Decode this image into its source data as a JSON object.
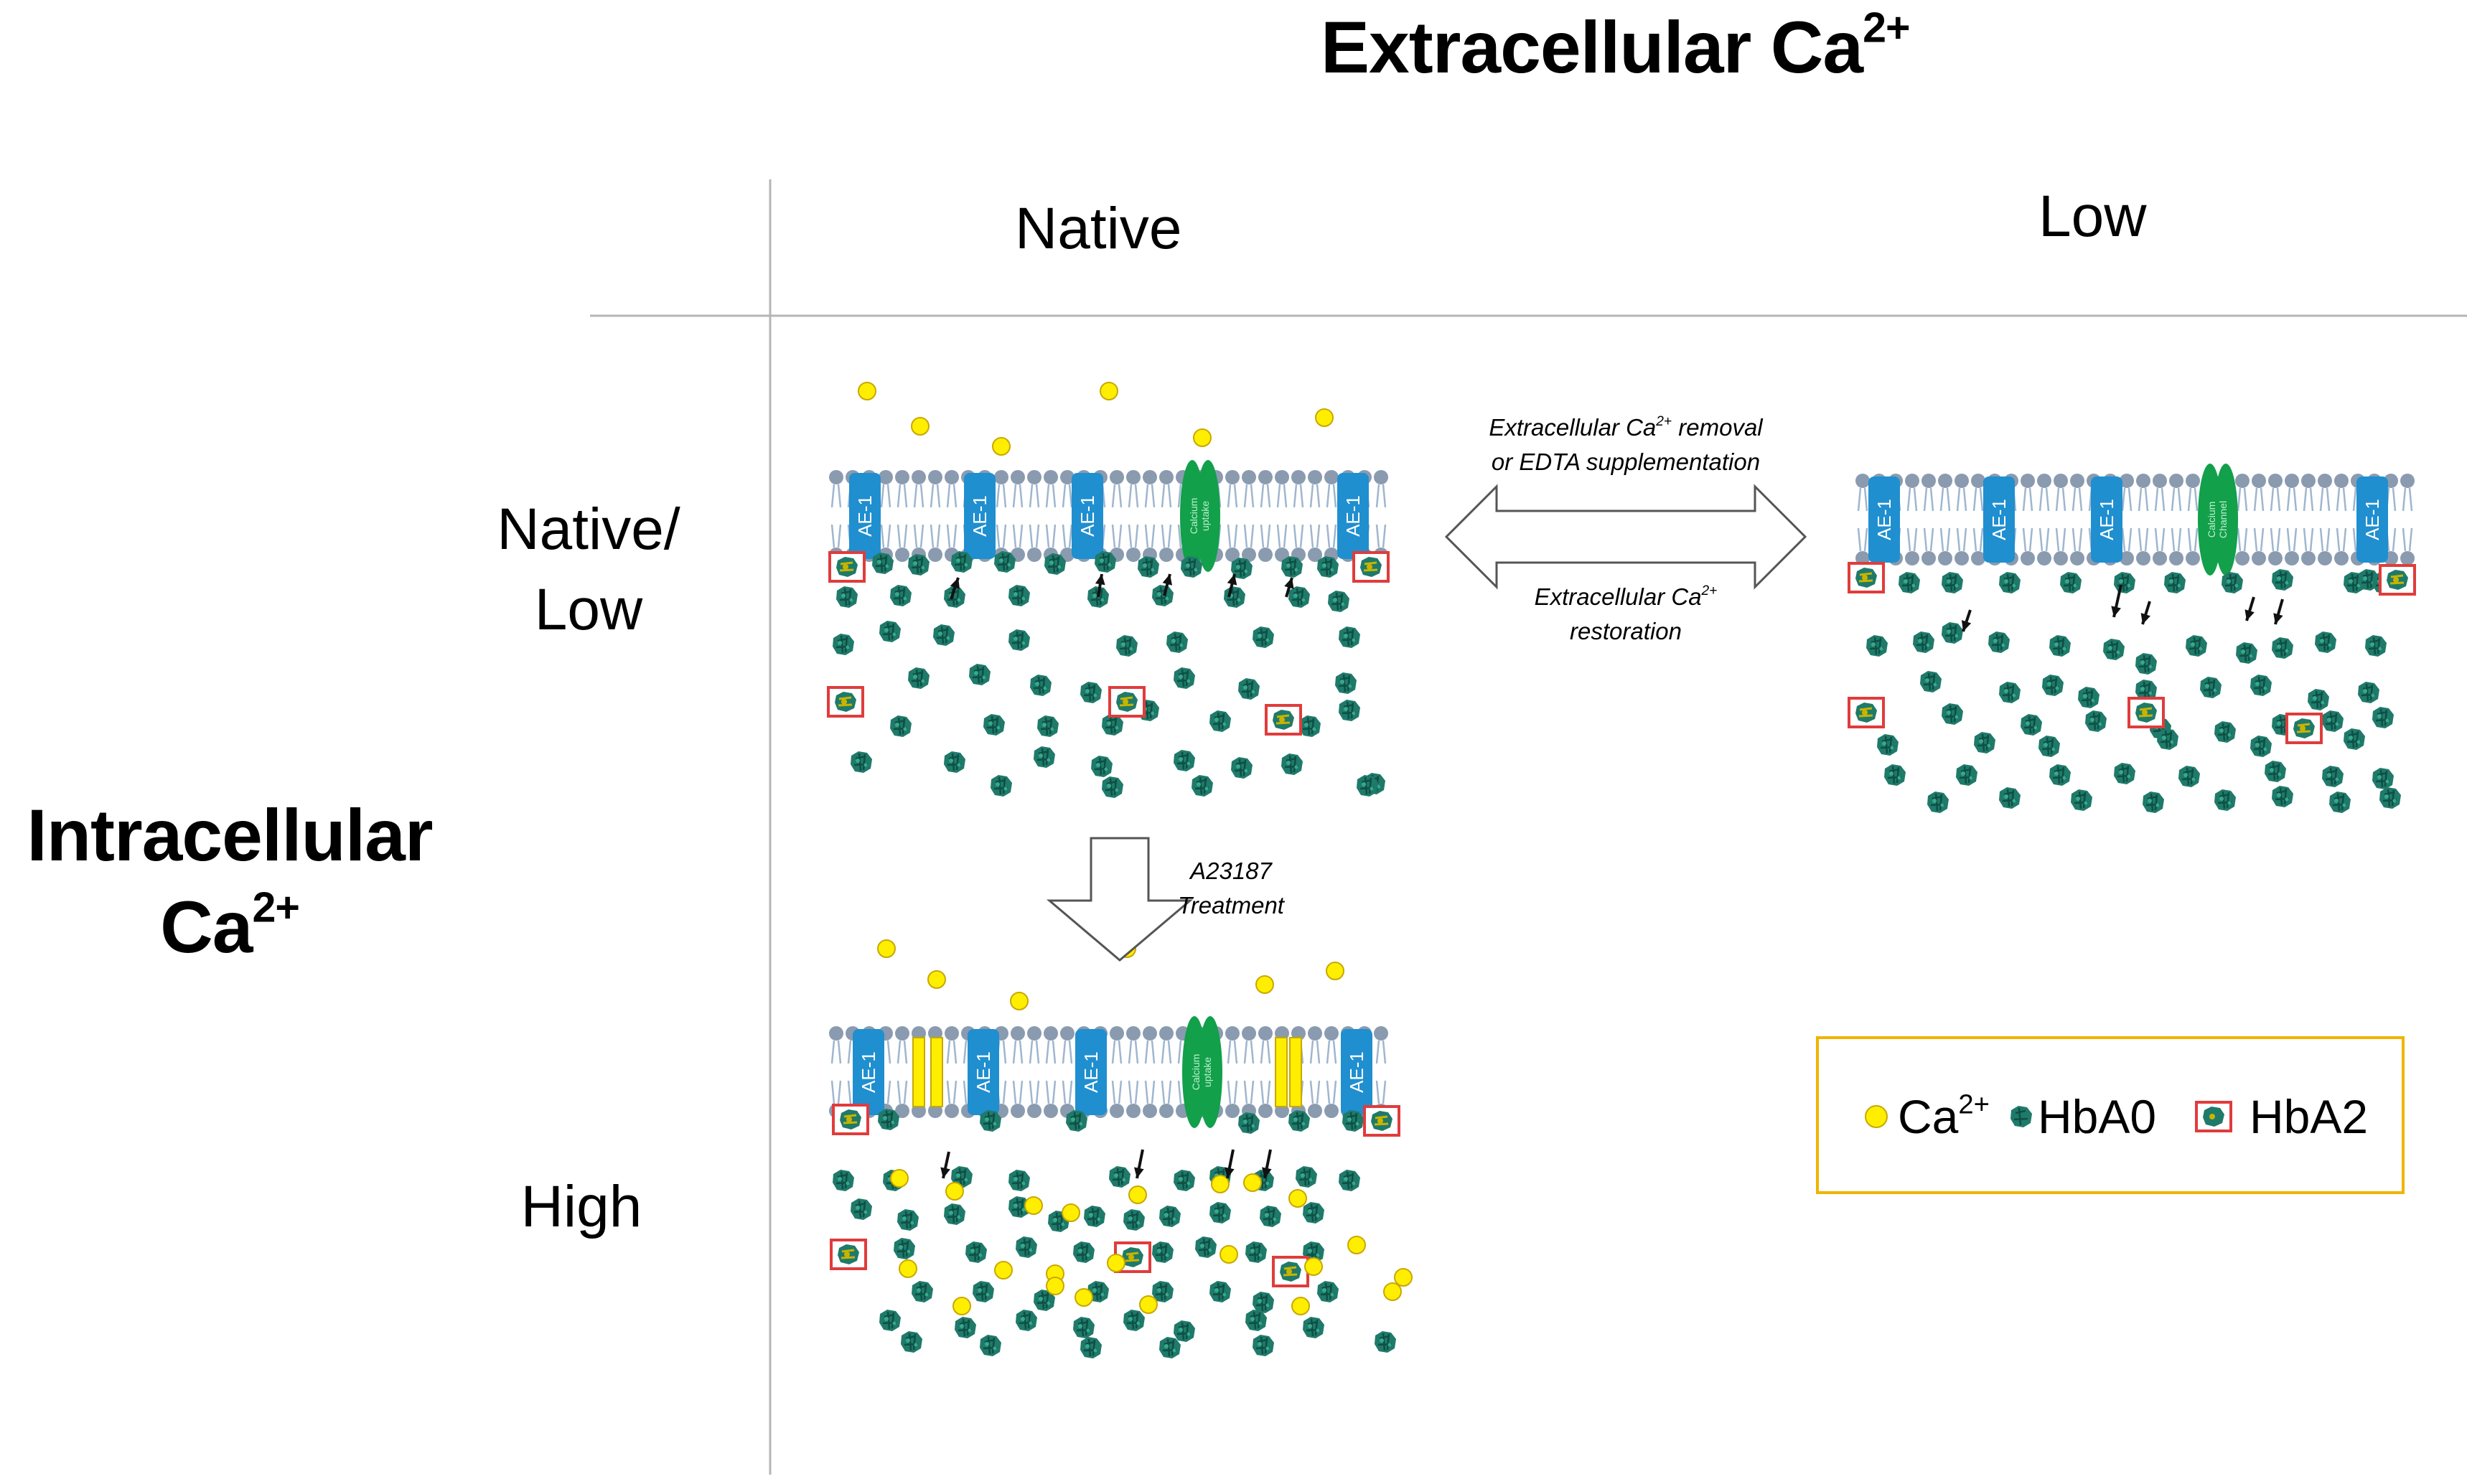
{
  "header": {
    "extracellular": "Extracellular Ca",
    "extracellular_sup": "2+",
    "intracellular_line1": "Intracellular",
    "intracellular_line2": "Ca",
    "intracellular_sup": "2+"
  },
  "columns": {
    "native": "Native",
    "low": "Low"
  },
  "rows": {
    "native_low_line1": "Native/",
    "native_low_line2": "Low",
    "high": "High"
  },
  "transition": {
    "removal_line1": "Extracellular Ca",
    "removal_sup": "2+",
    "removal_line1_tail": " removal",
    "removal_line2": "or EDTA supplementation",
    "restoration_line1": "Extracellular Ca",
    "restoration_sup": "2+",
    "restoration_line2": "restoration",
    "treatment_line1": "A23187",
    "treatment_line2": "Treatment"
  },
  "membrane_labels": {
    "transporter": "AE-1",
    "calcium_uptake": "Calcium uptake",
    "calcium_channel": "Calcium Channel"
  },
  "legend": {
    "ca_label": "Ca",
    "ca_sup": "2+",
    "hba0_label": "HbA0",
    "hba2_label": "HbA2"
  },
  "colors": {
    "calcium": "#ffee00",
    "calcium_stroke": "#c8a800",
    "ae1": "#1f8fd0",
    "channel": "#12a04a",
    "lipid_head": "#8a9bb0",
    "hba0": "#1f7a6a",
    "hba2_frame": "#e03c3c",
    "legend_border": "#f0b400",
    "grid_line": "#b5b5b5"
  }
}
